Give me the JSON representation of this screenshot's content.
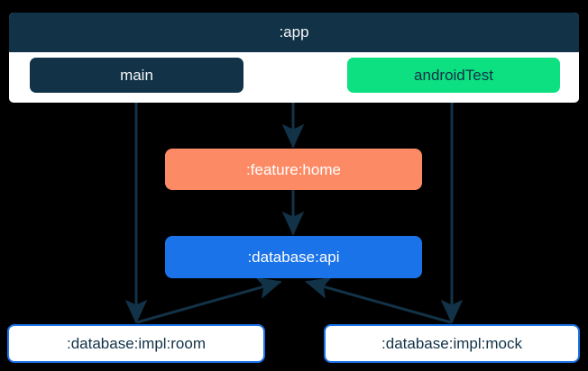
{
  "diagram": {
    "background_color": "#000000",
    "edge_color": "#123247",
    "cluster": {
      "title": "_app",
      "label": ":app",
      "fill": "#ffffff",
      "header_fill": "#123247",
      "header_text_color": "#f2f6f8"
    },
    "nodes": [
      {
        "id": "main",
        "label": "main",
        "kind": "source-set",
        "fill": "#123247",
        "text_color": "#f2f6f8",
        "border": "none"
      },
      {
        "id": "androidTest",
        "label": "androidTest",
        "kind": "source-set",
        "fill": "#0ce081",
        "text_color": "#123247",
        "border": "none"
      },
      {
        "id": "feature_home",
        "label": ":feature:home",
        "kind": "module",
        "fill": "#fc8a65",
        "text_color": "#ffffff",
        "border": "none"
      },
      {
        "id": "database_api",
        "label": ":database:api",
        "kind": "module",
        "fill": "#1a73e8",
        "text_color": "#ffffff",
        "border": "none"
      },
      {
        "id": "database_impl_room",
        "label": ":database:impl:room",
        "kind": "module",
        "fill": "#ffffff",
        "text_color": "#123247",
        "border": "#1a73e8"
      },
      {
        "id": "database_impl_mock",
        "label": ":database:impl:mock",
        "kind": "module",
        "fill": "#ffffff",
        "text_color": "#123247",
        "border": "#1a73e8"
      }
    ],
    "edges": [
      {
        "from": "app",
        "to": "feature_home"
      },
      {
        "from": "feature_home",
        "to": "database_api"
      },
      {
        "from": "main",
        "to": "database_impl_room"
      },
      {
        "from": "androidTest",
        "to": "database_impl_mock"
      },
      {
        "from": "database_impl_room",
        "to": "database_api"
      },
      {
        "from": "database_impl_mock",
        "to": "database_api"
      }
    ]
  }
}
